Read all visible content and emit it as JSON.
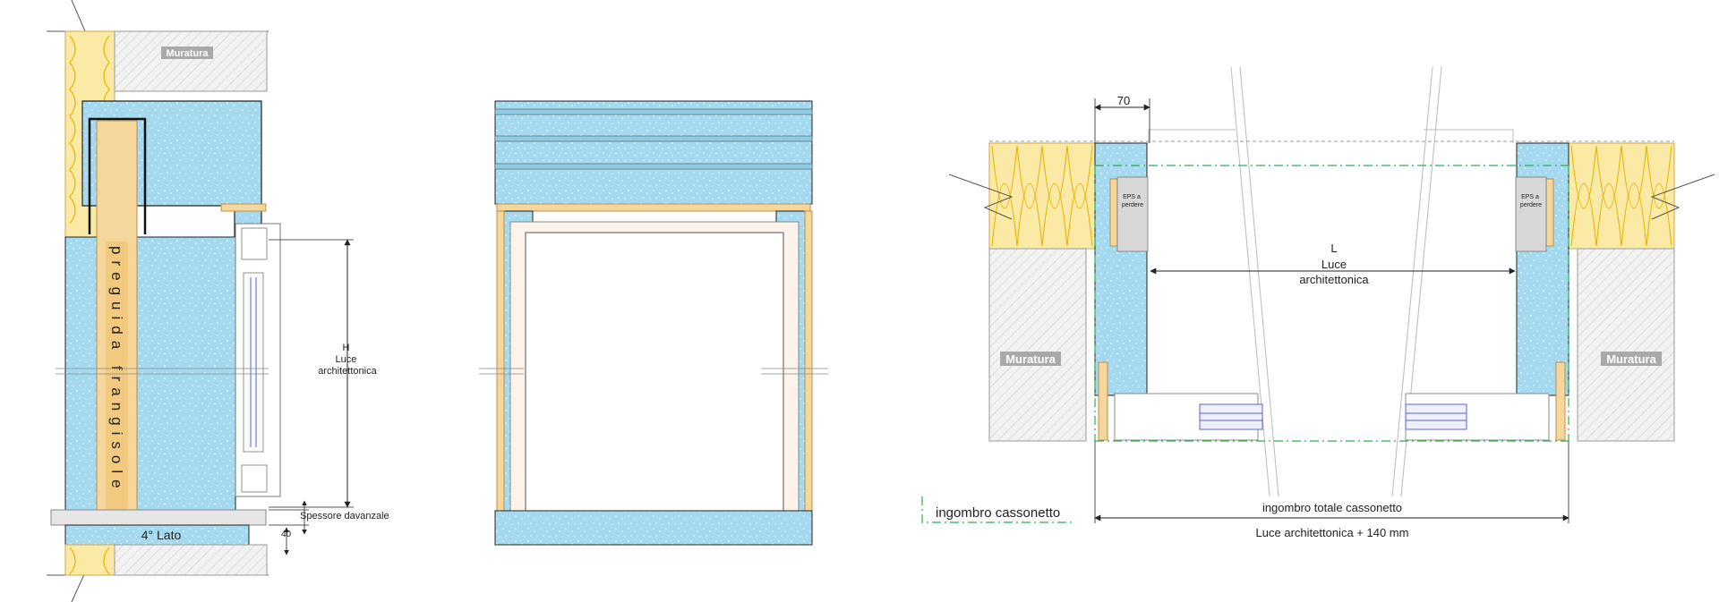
{
  "colors": {
    "eps": "#a4d9ef",
    "eps_dots": "#ffffff",
    "wood": "#f5d79e",
    "wood_stroke": "#b9914a",
    "insulation": "#fbeaa6",
    "insulation_wave": "#e7b300",
    "masonry_fill": "#efefef",
    "masonry_hatch": "#bdbdbd",
    "masonry_label_bg": "#a9a9a9",
    "outline": "#222222",
    "green_dash": "#2fb14a",
    "window_blue": "#5a66c9"
  },
  "left_section": {
    "masonry_top": "Muratura",
    "vertical_label": "preguida frangisole",
    "h_dim": {
      "line1": "H",
      "line2": "Luce",
      "line3": "architettonica"
    },
    "sill_label": "Spessore davanzale",
    "sill_value": "40",
    "bottom_label": "4° Lato"
  },
  "right_section": {
    "dim_top": "70",
    "eps_left": {
      "line1": "EPS a",
      "line2": "perdere"
    },
    "eps_right": {
      "line1": "EPS a",
      "line2": "perdere"
    },
    "l_dim": {
      "line1": "L",
      "line2": "Luce",
      "line3": "architettonica"
    },
    "masonry_left": "Muratura",
    "masonry_right": "Muratura",
    "legend": "ingombro cassonetto",
    "total_label": "ingombro totale cassonetto",
    "total_formula": "Luce architettonica + 140 mm"
  }
}
